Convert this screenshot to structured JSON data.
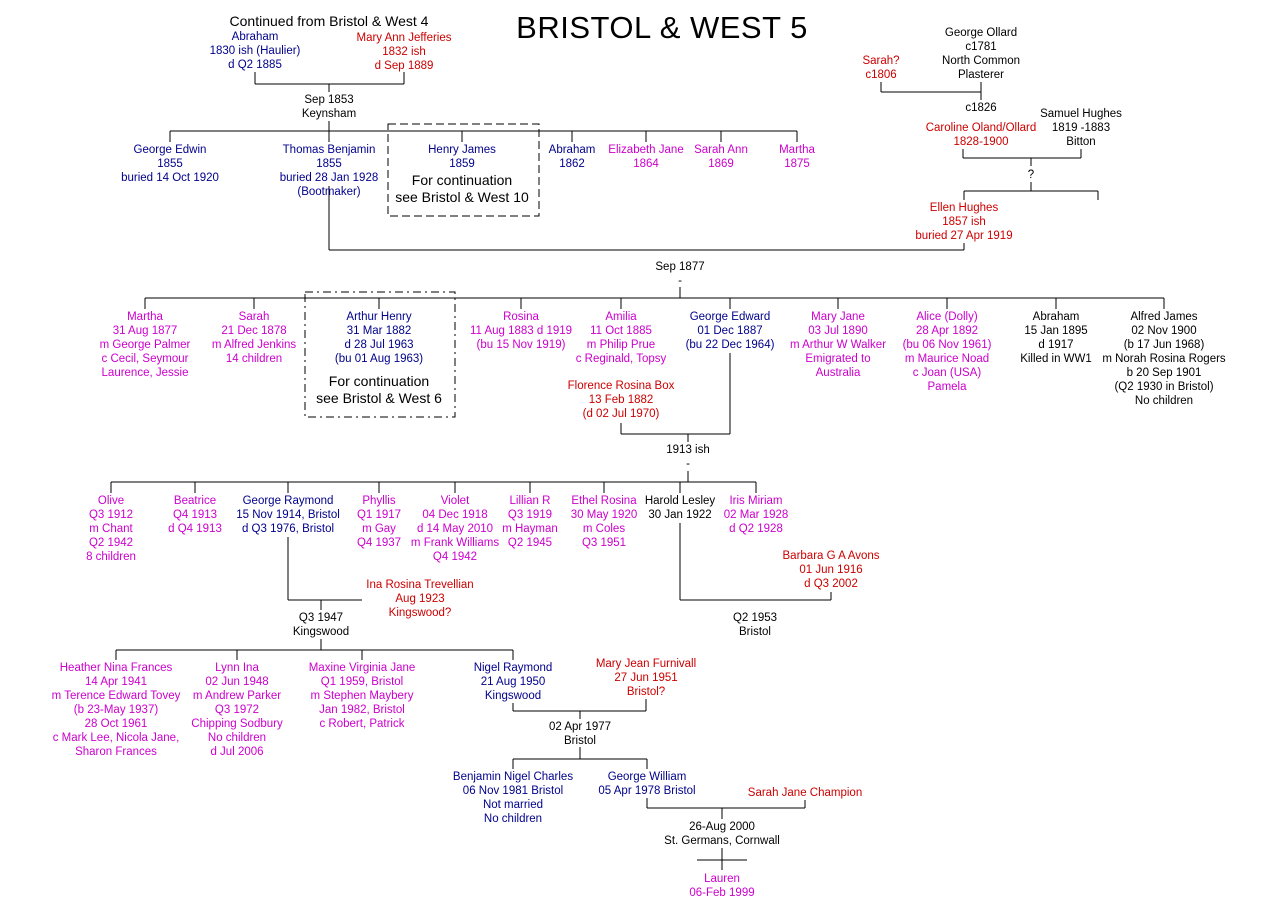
{
  "title": "BRISTOL & WEST 5",
  "colors": {
    "male": "#00008b",
    "female": "#cc00cc",
    "spouse": "#cc0000",
    "event": "#000000"
  },
  "nodes": [
    {
      "id": "continued",
      "color": "event",
      "lines": [
        "Continued from Bristol & West 4"
      ]
    },
    {
      "id": "abraham-1830",
      "color": "male",
      "lines": [
        "Abraham",
        "1830 ish (Haulier)",
        "d Q2 1885"
      ]
    },
    {
      "id": "mary-ann-jefferies",
      "color": "spouse",
      "lines": [
        "Mary Ann Jefferies",
        "1832 ish",
        "d Sep 1889"
      ]
    },
    {
      "id": "marriage-1853",
      "color": "event",
      "lines": [
        "Sep 1853",
        "Keynsham"
      ]
    },
    {
      "id": "george-edwin",
      "color": "male",
      "lines": [
        "George Edwin",
        "1855",
        "buried 14 Oct 1920"
      ]
    },
    {
      "id": "thomas-benjamin",
      "color": "male",
      "lines": [
        "Thomas Benjamin",
        "1855",
        "buried 28 Jan 1928",
        "(Bootmaker)"
      ]
    },
    {
      "id": "henry-james",
      "color": "male",
      "lines": [
        "Henry James",
        "1859"
      ]
    },
    {
      "id": "henry-continuation",
      "color": "event",
      "lines": [
        "For continuation",
        "see Bristol & West 10"
      ]
    },
    {
      "id": "abraham-1862",
      "color": "male",
      "lines": [
        "Abraham",
        "1862"
      ]
    },
    {
      "id": "elizabeth-jane",
      "color": "female",
      "lines": [
        "Elizabeth Jane",
        "1864"
      ]
    },
    {
      "id": "sarah-ann",
      "color": "female",
      "lines": [
        "Sarah Ann",
        "1869"
      ]
    },
    {
      "id": "martha-1875",
      "color": "female",
      "lines": [
        "Martha",
        "1875"
      ]
    },
    {
      "id": "george-ollard",
      "color": "event",
      "lines": [
        "George Ollard",
        "c1781",
        "North Common",
        "Plasterer"
      ]
    },
    {
      "id": "sarah-1806",
      "color": "spouse",
      "lines": [
        "Sarah?",
        "c1806"
      ]
    },
    {
      "id": "marriage-1826",
      "color": "event",
      "lines": [
        "c1826"
      ]
    },
    {
      "id": "caroline-oland",
      "color": "spouse",
      "lines": [
        "Caroline Oland/Ollard",
        "1828-1900"
      ]
    },
    {
      "id": "samuel-hughes",
      "color": "event",
      "lines": [
        "Samuel Hughes",
        "1819 -1883",
        "Bitton"
      ]
    },
    {
      "id": "question",
      "color": "event",
      "lines": [
        "?"
      ]
    },
    {
      "id": "ellen-hughes",
      "color": "spouse",
      "lines": [
        "Ellen Hughes",
        "1857 ish",
        "buried 27 Apr 1919"
      ]
    },
    {
      "id": "marriage-1877",
      "color": "event",
      "lines": [
        "Sep 1877",
        "-"
      ]
    },
    {
      "id": "martha-1877",
      "color": "female",
      "lines": [
        "Martha",
        "31 Aug 1877",
        "m George Palmer",
        "c Cecil, Seymour",
        "Laurence, Jessie"
      ]
    },
    {
      "id": "sarah-1878",
      "color": "female",
      "lines": [
        "Sarah",
        "21 Dec 1878",
        "m Alfred Jenkins",
        "14 children"
      ]
    },
    {
      "id": "arthur-henry",
      "color": "male",
      "lines": [
        "Arthur Henry",
        "31 Mar 1882",
        "d 28 Jul 1963",
        "(bu 01 Aug 1963)"
      ]
    },
    {
      "id": "arthur-continuation",
      "color": "event",
      "lines": [
        "For continuation",
        "see Bristol & West 6"
      ]
    },
    {
      "id": "rosina",
      "color": "female",
      "lines": [
        "Rosina",
        "11 Aug 1883 d 1919",
        "(bu 15 Nov 1919)"
      ]
    },
    {
      "id": "amilia",
      "color": "female",
      "lines": [
        "Amilia",
        "11 Oct 1885",
        "m Philip Prue",
        "c Reginald, Topsy"
      ]
    },
    {
      "id": "george-edward",
      "color": "male",
      "lines": [
        "George Edward",
        "01 Dec 1887",
        "(bu 22 Dec 1964)"
      ]
    },
    {
      "id": "mary-jane",
      "color": "female",
      "lines": [
        "Mary Jane",
        "03 Jul 1890",
        "m Arthur W Walker",
        "Emigrated to",
        "Australia"
      ]
    },
    {
      "id": "alice-dolly",
      "color": "female",
      "lines": [
        "Alice (Dolly)",
        "28 Apr 1892",
        "(bu 06 Nov 1961)",
        "m Maurice Noad",
        "c Joan (USA)",
        "Pamela"
      ]
    },
    {
      "id": "abraham-1895",
      "color": "event",
      "lines": [
        "Abraham",
        "15 Jan 1895",
        "d 1917",
        "Killed in WW1"
      ]
    },
    {
      "id": "alfred-james",
      "color": "event",
      "lines": [
        "Alfred James",
        "02 Nov 1900",
        "(b 17 Jun 1968)",
        "m Norah Rosina Rogers",
        "b 20 Sep 1901",
        "(Q2 1930 in Bristol)",
        "No children"
      ]
    },
    {
      "id": "florence-rosina-box",
      "color": "spouse",
      "lines": [
        "Florence Rosina Box",
        "13 Feb 1882",
        "(d 02 Jul 1970)"
      ]
    },
    {
      "id": "marriage-1913",
      "color": "event",
      "lines": [
        "1913 ish",
        "-"
      ]
    },
    {
      "id": "olive",
      "color": "female",
      "lines": [
        "Olive",
        "Q3 1912",
        "m Chant",
        "Q2 1942",
        "8 children"
      ]
    },
    {
      "id": "beatrice",
      "color": "female",
      "lines": [
        "Beatrice",
        "Q4 1913",
        "d Q4 1913"
      ]
    },
    {
      "id": "george-raymond",
      "color": "male",
      "lines": [
        "George Raymond",
        "15 Nov 1914, Bristol",
        "d Q3 1976, Bristol"
      ]
    },
    {
      "id": "phyllis",
      "color": "female",
      "lines": [
        "Phyllis",
        "Q1 1917",
        "m Gay",
        "Q4 1937"
      ]
    },
    {
      "id": "violet",
      "color": "female",
      "lines": [
        "Violet",
        "04 Dec 1918",
        "d 14 May 2010",
        "m Frank Williams",
        "Q4 1942"
      ]
    },
    {
      "id": "lillian-r",
      "color": "female",
      "lines": [
        "Lillian R",
        "Q3 1919",
        "m Hayman",
        "Q2 1945"
      ]
    },
    {
      "id": "ethel-rosina",
      "color": "female",
      "lines": [
        "Ethel Rosina",
        "30 May 1920",
        "m Coles",
        "Q3 1951"
      ]
    },
    {
      "id": "harold-lesley",
      "color": "event",
      "lines": [
        "Harold Lesley",
        "30 Jan 1922"
      ]
    },
    {
      "id": "iris-miriam",
      "color": "female",
      "lines": [
        "Iris Miriam",
        "02 Mar 1928",
        "d Q2 1928"
      ]
    },
    {
      "id": "barbara-avons",
      "color": "spouse",
      "lines": [
        "Barbara G A Avons",
        "01 Jun 1916",
        "d Q3 2002"
      ]
    },
    {
      "id": "ina-rosina",
      "color": "spouse",
      "lines": [
        "Ina Rosina Trevellian",
        "Aug 1923",
        "Kingswood?"
      ]
    },
    {
      "id": "marriage-1947",
      "color": "event",
      "lines": [
        "Q3 1947",
        "Kingswood"
      ]
    },
    {
      "id": "marriage-1953",
      "color": "event",
      "lines": [
        "Q2 1953",
        "Bristol"
      ]
    },
    {
      "id": "heather-nina",
      "color": "female",
      "lines": [
        "Heather Nina Frances",
        "14 Apr 1941",
        "m Terence Edward Tovey",
        "(b 23-May 1937)",
        "28 Oct 1961",
        "c Mark Lee, Nicola Jane,",
        "Sharon Frances"
      ]
    },
    {
      "id": "lynn-ina",
      "color": "female",
      "lines": [
        "Lynn Ina",
        "02 Jun 1948",
        "m Andrew Parker",
        "Q3 1972",
        "Chipping Sodbury",
        "No children",
        "d Jul 2006"
      ]
    },
    {
      "id": "maxine-virginia",
      "color": "female",
      "lines": [
        "Maxine Virginia Jane",
        "Q1 1959, Bristol",
        "m Stephen Maybery",
        "Jan 1982, Bristol",
        "c Robert, Patrick"
      ]
    },
    {
      "id": "nigel-raymond",
      "color": "male",
      "lines": [
        "Nigel Raymond",
        "21 Aug 1950",
        "Kingswood"
      ]
    },
    {
      "id": "mary-jean-furnivall",
      "color": "spouse",
      "lines": [
        "Mary Jean Furnivall",
        "27 Jun 1951",
        "Bristol?"
      ]
    },
    {
      "id": "marriage-1977",
      "color": "event",
      "lines": [
        "02 Apr 1977",
        "Bristol"
      ]
    },
    {
      "id": "benjamin-nigel",
      "color": "male",
      "lines": [
        "Benjamin Nigel Charles",
        "06 Nov 1981 Bristol",
        "Not married",
        "No children"
      ]
    },
    {
      "id": "george-william",
      "color": "male",
      "lines": [
        "George William",
        "05 Apr 1978 Bristol"
      ]
    },
    {
      "id": "sarah-jane-champion",
      "color": "spouse",
      "lines": [
        "Sarah Jane Champion"
      ]
    },
    {
      "id": "marriage-2000",
      "color": "event",
      "lines": [
        "26-Aug 2000",
        "St. Germans, Cornwall"
      ]
    },
    {
      "id": "lauren",
      "color": "female",
      "lines": [
        "Lauren",
        "06-Feb 1999"
      ]
    }
  ]
}
